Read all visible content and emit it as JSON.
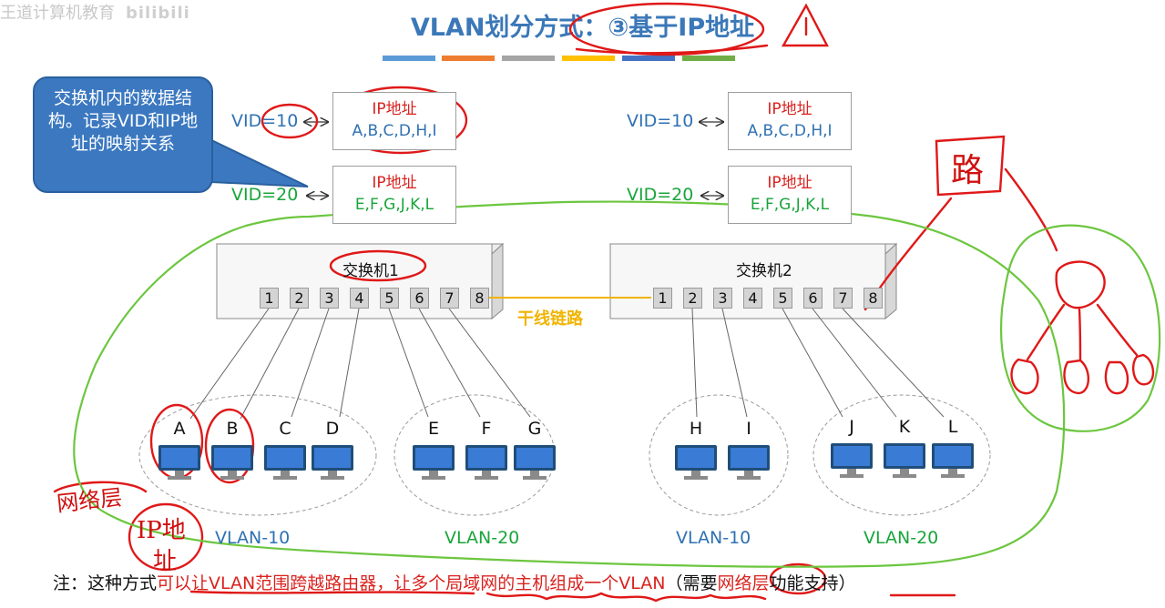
{
  "watermark": {
    "text1": "王道计算机教育",
    "text2": "bilibili"
  },
  "title": "VLAN划分方式：③基于IP地址",
  "color_bars": [
    "#5b9bd5",
    "#ed7d31",
    "#a5a5a5",
    "#ffc000",
    "#4472c4",
    "#70ad47"
  ],
  "callout": {
    "text": "交换机内的数据结构。记录VID和IP地址的映射关系"
  },
  "switch1": {
    "label": "交换机1",
    "ports": [
      "1",
      "2",
      "3",
      "4",
      "5",
      "6",
      "7",
      "8"
    ],
    "table": [
      {
        "vid": "VID=10",
        "header": "IP地址",
        "hosts": "A,B,C,D,H,I",
        "color": "#2f71b3"
      },
      {
        "vid": "VID=20",
        "header": "IP地址",
        "hosts": "E,F,G,J,K,L",
        "color": "#18a53a"
      }
    ]
  },
  "switch2": {
    "label": "交换机2",
    "ports": [
      "1",
      "2",
      "3",
      "4",
      "5",
      "6",
      "7",
      "8"
    ],
    "table": [
      {
        "vid": "VID=10",
        "header": "IP地址",
        "hosts": "A,B,C,D,H,I",
        "color": "#2f71b3"
      },
      {
        "vid": "VID=20",
        "header": "IP地址",
        "hosts": "E,F,G,J,K,L",
        "color": "#18a53a"
      }
    ]
  },
  "trunk_label": "干线链路",
  "hosts": [
    "A",
    "B",
    "C",
    "D",
    "E",
    "F",
    "G",
    "H",
    "I",
    "J",
    "K",
    "L"
  ],
  "groups": [
    {
      "label": "VLAN-10",
      "color": "#2f71b3"
    },
    {
      "label": "VLAN-20",
      "color": "#18a53a"
    },
    {
      "label": "VLAN-10",
      "color": "#2f71b3"
    },
    {
      "label": "VLAN-20",
      "color": "#18a53a"
    }
  ],
  "note": {
    "prefix": "注：这种方式",
    "red1": "可以让VLAN范围跨越路由器，让多个局域网的主机组成一个VLAN",
    "mid": "（需要",
    "red2": "网络层",
    "suffix": "功能支持）"
  },
  "handwriting": {
    "router": "路",
    "network_layer": "网络层",
    "ip_address_line1": "IP地",
    "ip_address_line2": "址"
  }
}
